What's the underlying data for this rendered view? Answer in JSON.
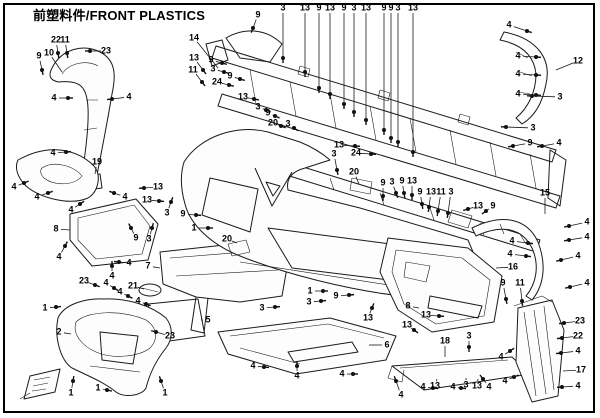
{
  "title": {
    "text": "前塑料件/FRONT PLASTICS"
  },
  "colors": {
    "ink": "#1a1a1a",
    "background": "#ffffff",
    "mesh": "#3a3a3a"
  },
  "diagram": {
    "type": "exploded-parts-diagram",
    "description": "Exploded view of front plastic body panels with numbered part/fastener callouts 1-24",
    "callout_fields": [
      "label",
      "x",
      "y",
      "leader_x",
      "leader_y",
      "has_screw"
    ],
    "callouts": [
      [
        "9",
        39,
        56,
        42,
        70,
        1
      ],
      [
        "10",
        49,
        53,
        62,
        72,
        0
      ],
      [
        "22",
        56,
        40,
        58,
        53,
        1
      ],
      [
        "11",
        65,
        40,
        67,
        53,
        1
      ],
      [
        "23",
        106,
        51,
        90,
        51,
        1
      ],
      [
        "4",
        54,
        98,
        68,
        98,
        1
      ],
      [
        "4",
        129,
        97,
        112,
        99,
        1
      ],
      [
        "14",
        194,
        38,
        218,
        68,
        0
      ],
      [
        "13",
        194,
        58,
        203,
        70,
        1
      ],
      [
        "11",
        193,
        70,
        202,
        82,
        1
      ],
      [
        "9",
        258,
        15,
        253,
        28,
        1
      ],
      [
        "3",
        283,
        8,
        283,
        58,
        1
      ],
      [
        "13",
        305,
        8,
        305,
        72,
        1
      ],
      [
        "9",
        319,
        8,
        319,
        88,
        1
      ],
      [
        "13",
        330,
        8,
        330,
        94,
        1
      ],
      [
        "9",
        344,
        8,
        344,
        104,
        1
      ],
      [
        "3",
        354,
        8,
        354,
        112,
        1
      ],
      [
        "13",
        366,
        8,
        366,
        120,
        1
      ],
      [
        "9",
        384,
        8,
        384,
        130,
        1
      ],
      [
        "9",
        391,
        8,
        391,
        138,
        1
      ],
      [
        "3",
        398,
        8,
        398,
        142,
        1
      ],
      [
        "13",
        413,
        8,
        413,
        152,
        1
      ],
      [
        "4",
        509,
        25,
        527,
        31,
        1
      ],
      [
        "4",
        518,
        56,
        536,
        57,
        1
      ],
      [
        "4",
        518,
        74,
        536,
        75,
        1
      ],
      [
        "4",
        518,
        94,
        536,
        95,
        1
      ],
      [
        "12",
        578,
        61,
        556,
        70,
        0
      ],
      [
        "3",
        560,
        97,
        532,
        96,
        1
      ],
      [
        "3",
        533,
        128,
        506,
        127,
        1
      ],
      [
        "9",
        530,
        143,
        513,
        146,
        1
      ],
      [
        "4",
        559,
        143,
        542,
        146,
        1
      ],
      [
        "9",
        211,
        60,
        222,
        63,
        1
      ],
      [
        "3",
        213,
        69,
        224,
        72,
        1
      ],
      [
        "9",
        230,
        76,
        240,
        79,
        1
      ],
      [
        "24",
        217,
        82,
        229,
        85,
        1
      ],
      [
        "13",
        243,
        97,
        254,
        99,
        1
      ],
      [
        "3",
        258,
        107,
        266,
        110,
        1
      ],
      [
        "9",
        268,
        113,
        275,
        116,
        1
      ],
      [
        "20",
        273,
        123,
        281,
        126,
        1
      ],
      [
        "3",
        288,
        124,
        294,
        128,
        1
      ],
      [
        "13",
        339,
        145,
        355,
        146,
        1
      ],
      [
        "3",
        334,
        154,
        337,
        170,
        1
      ],
      [
        "24",
        356,
        153,
        371,
        154,
        1
      ],
      [
        "20",
        354,
        172,
        359,
        184,
        0
      ],
      [
        "9",
        383,
        183,
        383,
        196,
        1
      ],
      [
        "13",
        158,
        187,
        144,
        188,
        1
      ],
      [
        "13",
        147,
        200,
        159,
        201,
        1
      ],
      [
        "3",
        167,
        213,
        171,
        202,
        1
      ],
      [
        "9",
        183,
        214,
        196,
        215,
        1
      ],
      [
        "1",
        194,
        228,
        208,
        228,
        1
      ],
      [
        "8",
        56,
        229,
        70,
        230,
        0
      ],
      [
        "9",
        136,
        238,
        131,
        228,
        1
      ],
      [
        "3",
        149,
        239,
        152,
        228,
        1
      ],
      [
        "4",
        71,
        210,
        80,
        204,
        1
      ],
      [
        "4",
        59,
        257,
        65,
        246,
        1
      ],
      [
        "4",
        129,
        263,
        119,
        262,
        1
      ],
      [
        "4",
        112,
        276,
        112,
        266,
        1
      ],
      [
        "20",
        227,
        239,
        237,
        243,
        0
      ],
      [
        "7",
        148,
        266,
        160,
        268,
        0
      ],
      [
        "23",
        84,
        281,
        95,
        285,
        1
      ],
      [
        "4",
        106,
        283,
        114,
        288,
        1
      ],
      [
        "21",
        133,
        286,
        144,
        289,
        0
      ],
      [
        "4",
        120,
        292,
        128,
        296,
        1
      ],
      [
        "4",
        138,
        301,
        146,
        304,
        1
      ],
      [
        "5",
        208,
        320,
        201,
        320,
        0
      ],
      [
        "3",
        262,
        308,
        275,
        307,
        1
      ],
      [
        "23",
        170,
        336,
        156,
        332,
        1
      ],
      [
        "1",
        45,
        308,
        56,
        307,
        1
      ],
      [
        "2",
        59,
        332,
        71,
        334,
        0
      ],
      [
        "1",
        71,
        393,
        73,
        381,
        1
      ],
      [
        "1",
        98,
        388,
        107,
        390,
        1
      ],
      [
        "1",
        165,
        393,
        161,
        381,
        1
      ],
      [
        "4",
        53,
        153,
        66,
        152,
        1
      ],
      [
        "19",
        97,
        162,
        95,
        174,
        0
      ],
      [
        "4",
        14,
        187,
        24,
        183,
        1
      ],
      [
        "4",
        37,
        197,
        48,
        193,
        1
      ],
      [
        "4",
        125,
        197,
        114,
        193,
        1
      ],
      [
        "3",
        392,
        182,
        396,
        193,
        1
      ],
      [
        "9",
        402,
        181,
        404,
        193,
        1
      ],
      [
        "13",
        412,
        181,
        412,
        195,
        1
      ],
      [
        "9",
        420,
        192,
        422,
        204,
        1
      ],
      [
        "13",
        431,
        192,
        429,
        207,
        1
      ],
      [
        "11",
        441,
        192,
        438,
        211,
        1
      ],
      [
        "3",
        451,
        192,
        448,
        213,
        1
      ],
      [
        "13",
        478,
        206,
        468,
        209,
        1
      ],
      [
        "9",
        493,
        206,
        486,
        211,
        1
      ],
      [
        "15",
        545,
        193,
        545,
        214,
        0
      ],
      [
        "4",
        512,
        241,
        528,
        243,
        1
      ],
      [
        "4",
        510,
        254,
        526,
        256,
        1
      ],
      [
        "4",
        587,
        222,
        569,
        226,
        1
      ],
      [
        "4",
        587,
        237,
        569,
        240,
        1
      ],
      [
        "4",
        578,
        256,
        561,
        260,
        1
      ],
      [
        "4",
        587,
        283,
        570,
        287,
        1
      ],
      [
        "16",
        513,
        267,
        496,
        268,
        0
      ],
      [
        "9",
        503,
        283,
        506,
        299,
        1
      ],
      [
        "11",
        520,
        283,
        522,
        301,
        1
      ],
      [
        "1",
        310,
        291,
        323,
        291,
        1
      ],
      [
        "9",
        336,
        296,
        349,
        295,
        1
      ],
      [
        "3",
        309,
        302,
        321,
        301,
        1
      ],
      [
        "13",
        368,
        318,
        372,
        308,
        1
      ],
      [
        "6",
        387,
        345,
        369,
        345,
        0
      ],
      [
        "4",
        253,
        366,
        264,
        367,
        1
      ],
      [
        "4",
        297,
        376,
        297,
        366,
        1
      ],
      [
        "4",
        342,
        374,
        353,
        374,
        1
      ],
      [
        "8",
        408,
        306,
        419,
        308,
        0
      ],
      [
        "13",
        426,
        315,
        439,
        316,
        1
      ],
      [
        "13",
        407,
        325,
        414,
        330,
        1
      ],
      [
        "3",
        469,
        336,
        469,
        347,
        1
      ],
      [
        "18",
        445,
        341,
        445,
        357,
        0
      ],
      [
        "4",
        401,
        395,
        396,
        381,
        1
      ],
      [
        "4",
        423,
        387,
        433,
        388,
        1
      ],
      [
        "13",
        435,
        386,
        437,
        379,
        0
      ],
      [
        "4",
        453,
        387,
        461,
        388,
        1
      ],
      [
        "3",
        466,
        385,
        466,
        378,
        0
      ],
      [
        "13",
        477,
        386,
        478,
        379,
        0
      ],
      [
        "4",
        489,
        387,
        483,
        379,
        1
      ],
      [
        "23",
        580,
        321,
        564,
        323,
        1
      ],
      [
        "22",
        578,
        336,
        562,
        338,
        1
      ],
      [
        "4",
        578,
        351,
        561,
        353,
        1
      ],
      [
        "17",
        581,
        370,
        563,
        371,
        0
      ],
      [
        "4",
        578,
        386,
        562,
        387,
        1
      ],
      [
        "4",
        501,
        357,
        510,
        351,
        1
      ],
      [
        "4",
        505,
        381,
        514,
        377,
        1
      ]
    ]
  }
}
